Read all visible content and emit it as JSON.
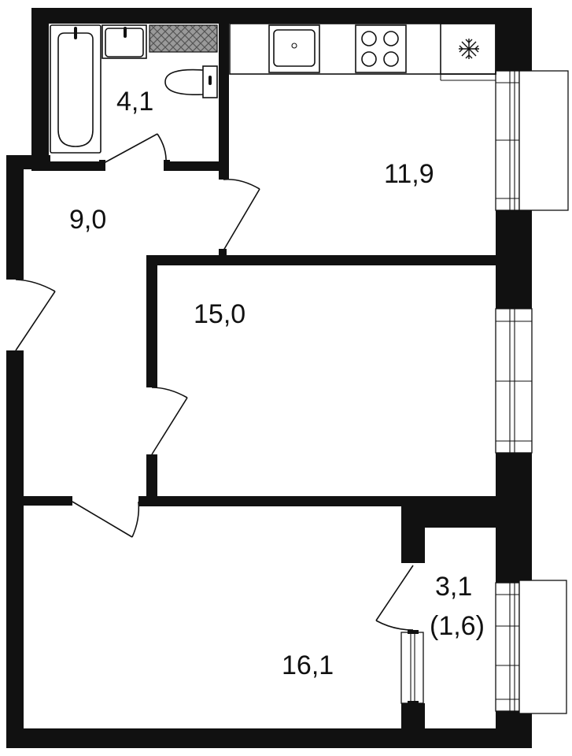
{
  "rooms": {
    "bathroom": {
      "area": "4,1"
    },
    "hallway": {
      "area": "9,0"
    },
    "kitchen": {
      "area": "11,9"
    },
    "bedroom": {
      "area": "15,0"
    },
    "living_room": {
      "area": "16,1"
    },
    "balcony": {
      "area": "3,1",
      "area_reduced": "(1,6)"
    }
  },
  "colors": {
    "wall": "#111111",
    "background": "#ffffff"
  },
  "icons": [
    "bathtub-icon",
    "sink-icon",
    "toilet-icon",
    "washer-tile-icon",
    "kitchen-sink-icon",
    "stove-icon",
    "fridge-snowflake-icon"
  ]
}
